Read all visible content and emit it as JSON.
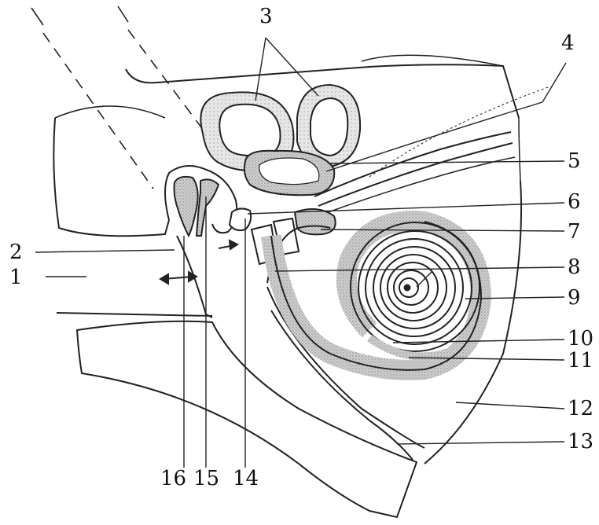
{
  "diagram": {
    "description_colors": {
      "line": "#222222",
      "shade": "#bdbdbd",
      "background": "#ffffff"
    },
    "labels": {
      "l1": "1",
      "l2": "2",
      "l3": "3",
      "l4": "4",
      "l5": "5",
      "l6": "6",
      "l7": "7",
      "l8": "8",
      "l9": "9",
      "l10": "10",
      "l11": "11",
      "l12": "12",
      "l13": "13",
      "l14": "14",
      "l15": "15",
      "l16": "16"
    }
  }
}
